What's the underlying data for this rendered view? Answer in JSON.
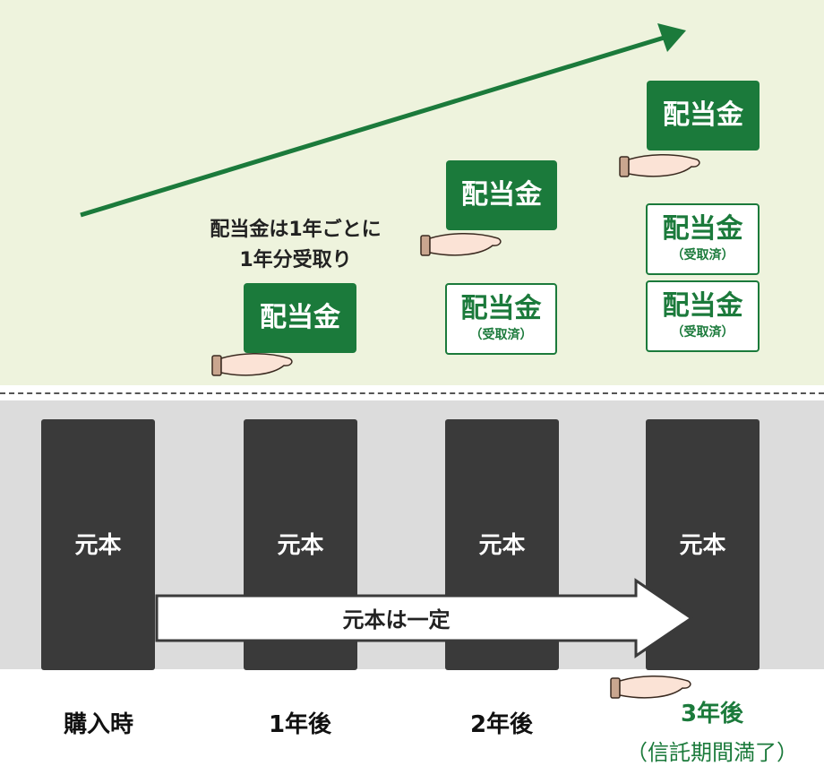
{
  "note": {
    "line1": "配当金は1年ごとに",
    "line2": "1年分受取り"
  },
  "dividend": {
    "label": "配当金",
    "received_tag": "（受取済）"
  },
  "principal": {
    "label": "元本",
    "constant_label": "元本は一定"
  },
  "timeline": {
    "labels": [
      "購入時",
      "1年後",
      "2年後",
      "3年後"
    ],
    "final_note": "（信託期間満了）"
  },
  "colors": {
    "green": "#1b7a3b",
    "dark": "#3a3a3a",
    "panel_top": "#eef3dd",
    "panel_bottom": "#dcdcdc"
  },
  "icons": {
    "hand": "open-palm-hand-icon",
    "growth": "growth-arrow-icon",
    "flow": "principal-arrow-icon"
  }
}
